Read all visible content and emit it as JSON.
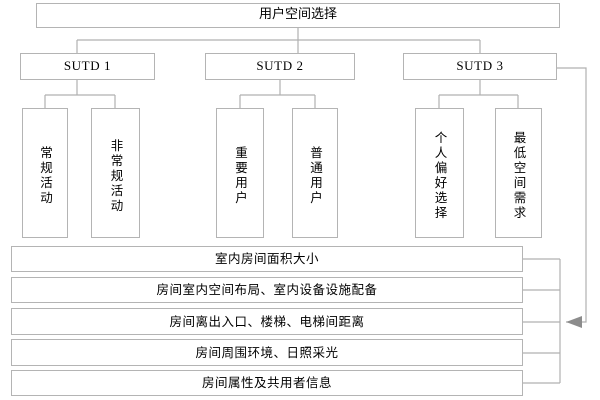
{
  "diagram": {
    "title": "用户空间选择",
    "root": {
      "label": "用户空间选择"
    },
    "categories": [
      {
        "label": "SUTD 1",
        "children": [
          {
            "label": "常规活动"
          },
          {
            "label": "非常规活动"
          }
        ]
      },
      {
        "label": "SUTD 2",
        "children": [
          {
            "label": "重要用户"
          },
          {
            "label": "普通用户"
          }
        ]
      },
      {
        "label": "SUTD 3",
        "children": [
          {
            "label": "个人偏好选择"
          },
          {
            "label": "最低空间需求"
          }
        ]
      }
    ],
    "attributes": [
      {
        "label": "室内房间面积大小"
      },
      {
        "label": "房间室内空间布局、室内设备设施配备"
      },
      {
        "label": "房间离出入口、楼梯、电梯间距离"
      },
      {
        "label": "房间周围环境、日照采光"
      },
      {
        "label": "房间属性及共用者信息"
      }
    ],
    "colors": {
      "border": "#b4b4b4",
      "connector": "#b0b0b0",
      "arrow": "#8c8c8c",
      "background": "#ffffff",
      "text": "#000000"
    }
  }
}
